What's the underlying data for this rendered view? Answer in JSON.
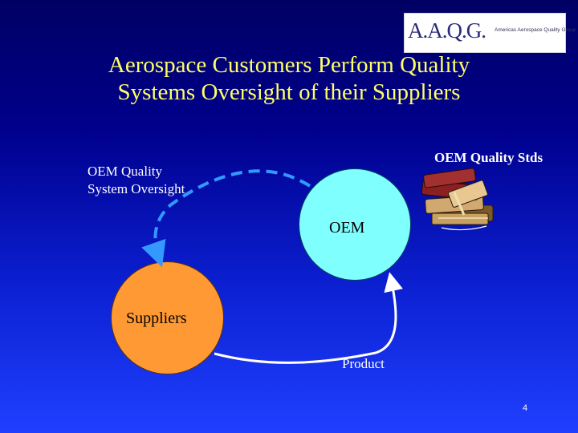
{
  "logo": {
    "letters": "A.A.Q.G.",
    "tagline": "Americas Aerospace Quality Group"
  },
  "slide": {
    "title_line1": "Aerospace Customers Perform Quality",
    "title_line2": "Systems Oversight of their Suppliers",
    "page_number": "4"
  },
  "diagram": {
    "oversight_label_line1": "OEM Quality",
    "oversight_label_line2": "System Oversight",
    "standards_label": "OEM Quality Stds",
    "oem_label": "OEM",
    "suppliers_label": "Suppliers",
    "product_label": "Product",
    "icons": [
      "books-icon"
    ]
  },
  "colors": {
    "title": "#ffff66",
    "oem_circle": "#80ffff",
    "suppliers_circle": "#ff9933",
    "oversight_arrow": "#3399ff",
    "product_arrow": "#ffffff"
  }
}
